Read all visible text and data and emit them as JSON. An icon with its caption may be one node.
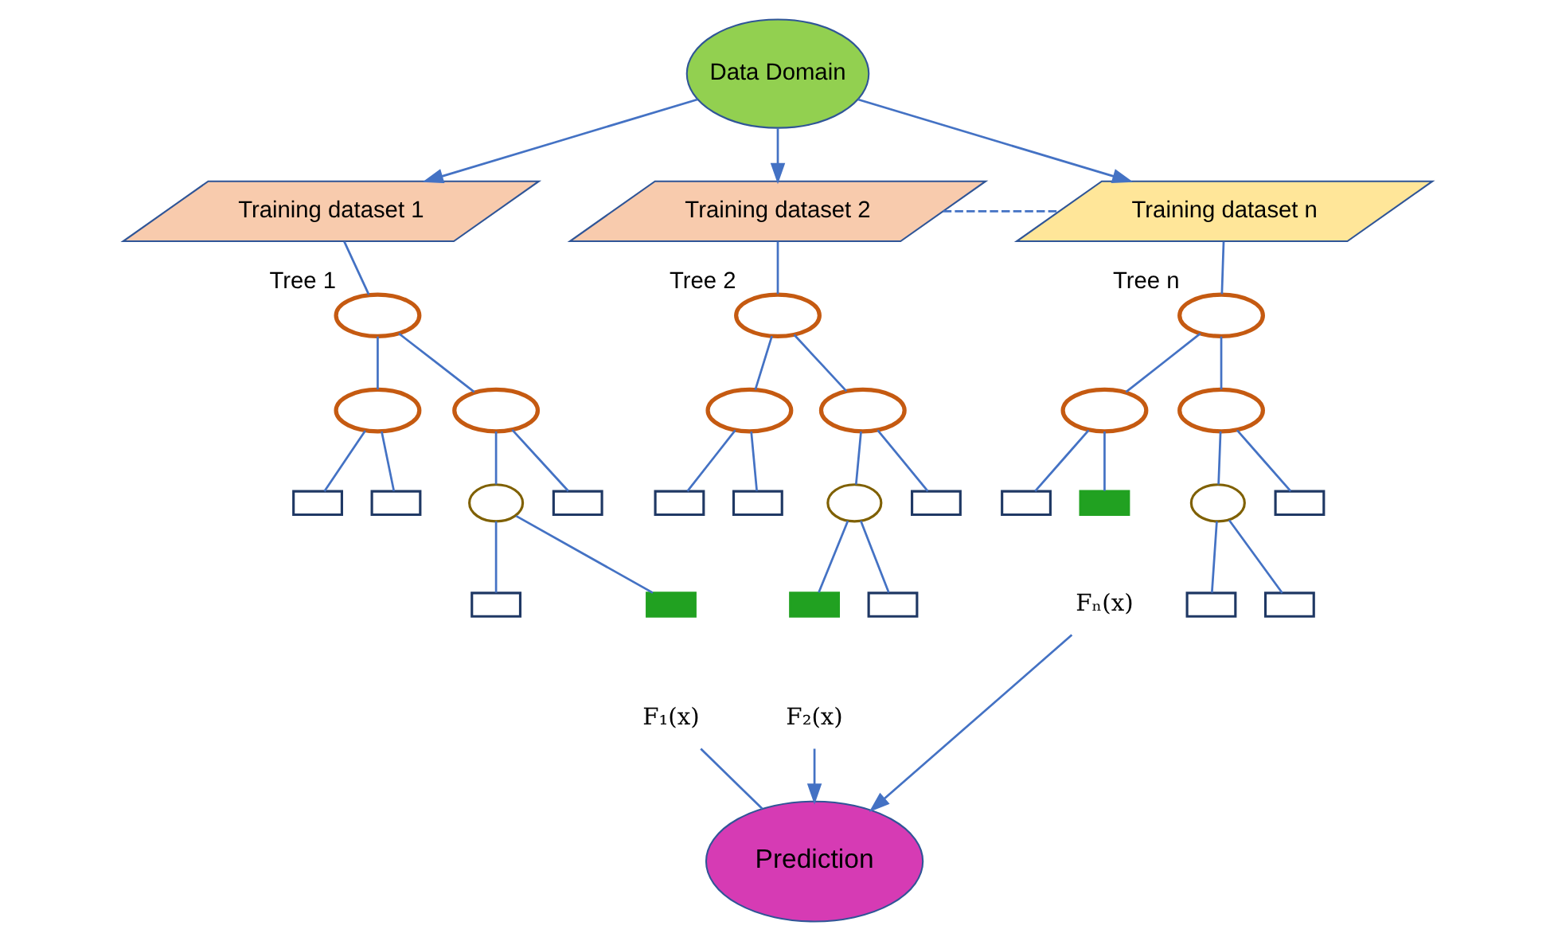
{
  "diagram": {
    "nodes": [
      {
        "text": [
          "Data Domain"
        ]
      },
      {
        "text": [
          "Training dataset 1"
        ]
      },
      {
        "text": [
          "Training dataset 2"
        ]
      },
      {
        "text": [
          "Training dataset n"
        ]
      },
      {
        "text": [],
        "shape": "ellipse",
        "beside": [
          "Tree 1"
        ]
      },
      {
        "text": [],
        "shape": "ellipse"
      },
      {
        "text": [],
        "shape": "ellipse"
      },
      {
        "text": [],
        "shape": "box"
      },
      {
        "text": [],
        "shape": "box"
      },
      {
        "text": [],
        "shape": "circle"
      },
      {
        "text": [],
        "shape": "box"
      },
      {
        "text": [],
        "shape": "box"
      },
      {
        "text": [],
        "shape": "box"
      },
      {
        "text": [],
        "shape": "ellipse",
        "beside": [
          "Tree 2"
        ]
      },
      {
        "text": [],
        "shape": "ellipse"
      },
      {
        "text": [],
        "shape": "ellipse"
      },
      {
        "text": [],
        "shape": "box"
      },
      {
        "text": [],
        "shape": "box"
      },
      {
        "text": [],
        "shape": "circle"
      },
      {
        "text": [],
        "shape": "box"
      },
      {
        "text": [],
        "shape": "box"
      },
      {
        "text": [],
        "shape": "box"
      },
      {
        "text": [],
        "shape": "ellipse",
        "beside": [
          "Tree n"
        ]
      },
      {
        "text": [],
        "shape": "ellipse"
      },
      {
        "text": [],
        "shape": "ellipse"
      },
      {
        "text": [],
        "shape": "box"
      },
      {
        "text": [],
        "shape": "box"
      },
      {
        "text": [],
        "shape": "circle"
      },
      {
        "text": [],
        "shape": "box"
      },
      {
        "text": [],
        "shape": "box"
      },
      {
        "text": [],
        "shape": "box"
      },
      {
        "text": [
          "F₁(x)"
        ]
      },
      {
        "text": [
          "F₂(x)"
        ]
      },
      {
        "text": [
          "Fₙ(x)"
        ]
      },
      {
        "text": [
          "Prediction"
        ]
      }
    ],
    "edges": [
      {
        "from": 0,
        "to": 1,
        "arrow": "to"
      },
      {
        "from": 0,
        "to": 2,
        "arrow": "to"
      },
      {
        "from": 0,
        "to": 3,
        "arrow": "to"
      },
      {
        "from": 2,
        "to": 3,
        "arrow": "none",
        "style": "dashed"
      },
      {
        "from": 1,
        "to": 4,
        "arrow": "none"
      },
      {
        "from": 2,
        "to": 13,
        "arrow": "none"
      },
      {
        "from": 3,
        "to": 22,
        "arrow": "none"
      },
      {
        "from": 4,
        "to": 5,
        "arrow": "none"
      },
      {
        "from": 4,
        "to": 6,
        "arrow": "none"
      },
      {
        "from": 5,
        "to": 7,
        "arrow": "none"
      },
      {
        "from": 5,
        "to": 8,
        "arrow": "none"
      },
      {
        "from": 6,
        "to": 9,
        "arrow": "none"
      },
      {
        "from": 6,
        "to": 10,
        "arrow": "none"
      },
      {
        "from": 9,
        "to": 11,
        "arrow": "none"
      },
      {
        "from": 9,
        "to": 12,
        "arrow": "none"
      },
      {
        "from": 13,
        "to": 14,
        "arrow": "none"
      },
      {
        "from": 13,
        "to": 15,
        "arrow": "none"
      },
      {
        "from": 14,
        "to": 16,
        "arrow": "none"
      },
      {
        "from": 14,
        "to": 17,
        "arrow": "none"
      },
      {
        "from": 15,
        "to": 18,
        "arrow": "none"
      },
      {
        "from": 15,
        "to": 19,
        "arrow": "none"
      },
      {
        "from": 18,
        "to": 20,
        "arrow": "none"
      },
      {
        "from": 18,
        "to": 21,
        "arrow": "none"
      },
      {
        "from": 22,
        "to": 23,
        "arrow": "none"
      },
      {
        "from": 22,
        "to": 24,
        "arrow": "none"
      },
      {
        "from": 23,
        "to": 25,
        "arrow": "none"
      },
      {
        "from": 23,
        "to": 26,
        "arrow": "none"
      },
      {
        "from": 24,
        "to": 27,
        "arrow": "none"
      },
      {
        "from": 24,
        "to": 28,
        "arrow": "none"
      },
      {
        "from": 27,
        "to": 29,
        "arrow": "none"
      },
      {
        "from": 27,
        "to": 30,
        "arrow": "none"
      },
      {
        "from": 31,
        "to": 34,
        "arrow": "none"
      },
      {
        "from": 32,
        "to": 34,
        "arrow": "to"
      },
      {
        "from": 33,
        "to": 34,
        "arrow": "to"
      }
    ]
  }
}
